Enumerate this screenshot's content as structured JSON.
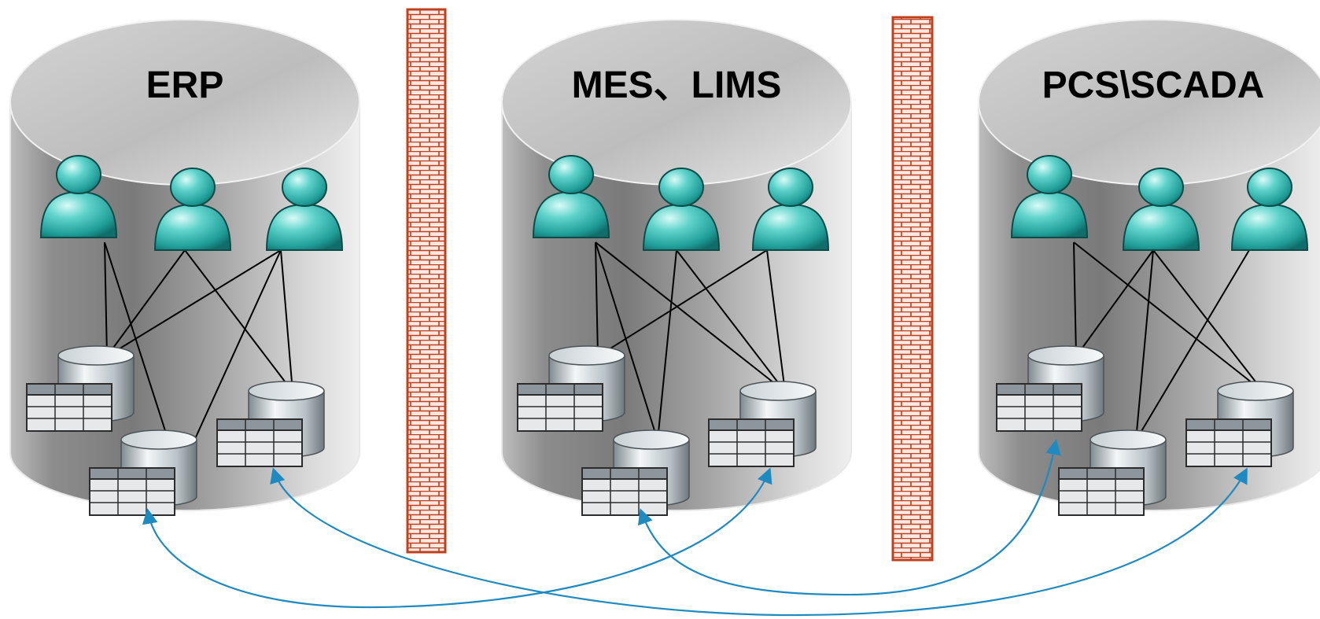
{
  "systems": [
    {
      "id": "erp",
      "label": "ERP"
    },
    {
      "id": "mes",
      "label": "MES、LIMS"
    },
    {
      "id": "pcs",
      "label": "PCS\\SCADA"
    }
  ],
  "icons": {
    "user": "user-icon",
    "database": "database-table-icon",
    "firewall": "firewall-icon",
    "flow": "data-flow-arrow"
  },
  "colors": {
    "firewall_brick": "#c0401e",
    "flow_arrow": "#1f8ac0",
    "user_teal": "#2fb7b0"
  }
}
